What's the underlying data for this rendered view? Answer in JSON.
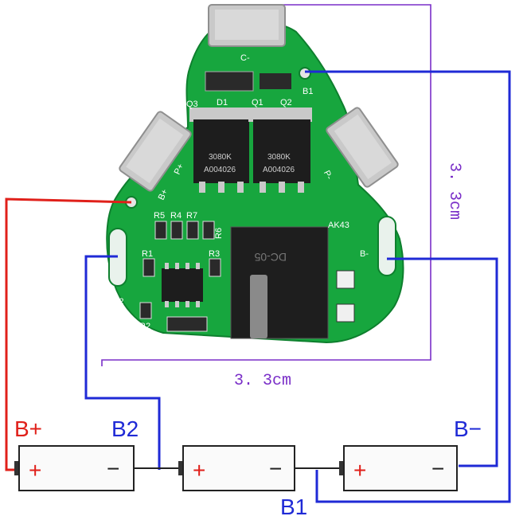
{
  "board": {
    "model": "AK43",
    "pads": {
      "c_minus": "C-",
      "p_plus": "P+",
      "p_minus": "P-",
      "b_plus": "B+",
      "b1": "B1",
      "b2": "B2",
      "b_minus": "B-"
    },
    "designators": {
      "q3": "Q3",
      "d1": "D1",
      "q1": "Q1",
      "q2": "Q2",
      "r5": "R5",
      "r4": "R4",
      "r7": "R7",
      "r6": "R6",
      "r1": "R1",
      "r3": "R3",
      "r2": "R2"
    },
    "mosfet_left": {
      "line1": "3080K",
      "line2": "A004026"
    },
    "mosfet_right": {
      "line1": "3080K",
      "line2": "A004026"
    },
    "cap_text": "DC-05"
  },
  "dimensions": {
    "height": "3. 3cm",
    "width": "3. 3cm"
  },
  "wiring": {
    "labels": {
      "b_plus": "B+",
      "b2": "B2",
      "b_minus": "B−",
      "b1": "B1"
    },
    "cells": [
      {
        "plus": "+",
        "minus": "−"
      },
      {
        "plus": "+",
        "minus": "−"
      },
      {
        "plus": "+",
        "minus": "−"
      }
    ]
  },
  "colors": {
    "pcb": "#16a63d",
    "pcb_dark": "#0e7f2e",
    "wire_red": "#e0201a",
    "wire_blue": "#1f2ad6",
    "dimension": "#7a2fc8"
  }
}
